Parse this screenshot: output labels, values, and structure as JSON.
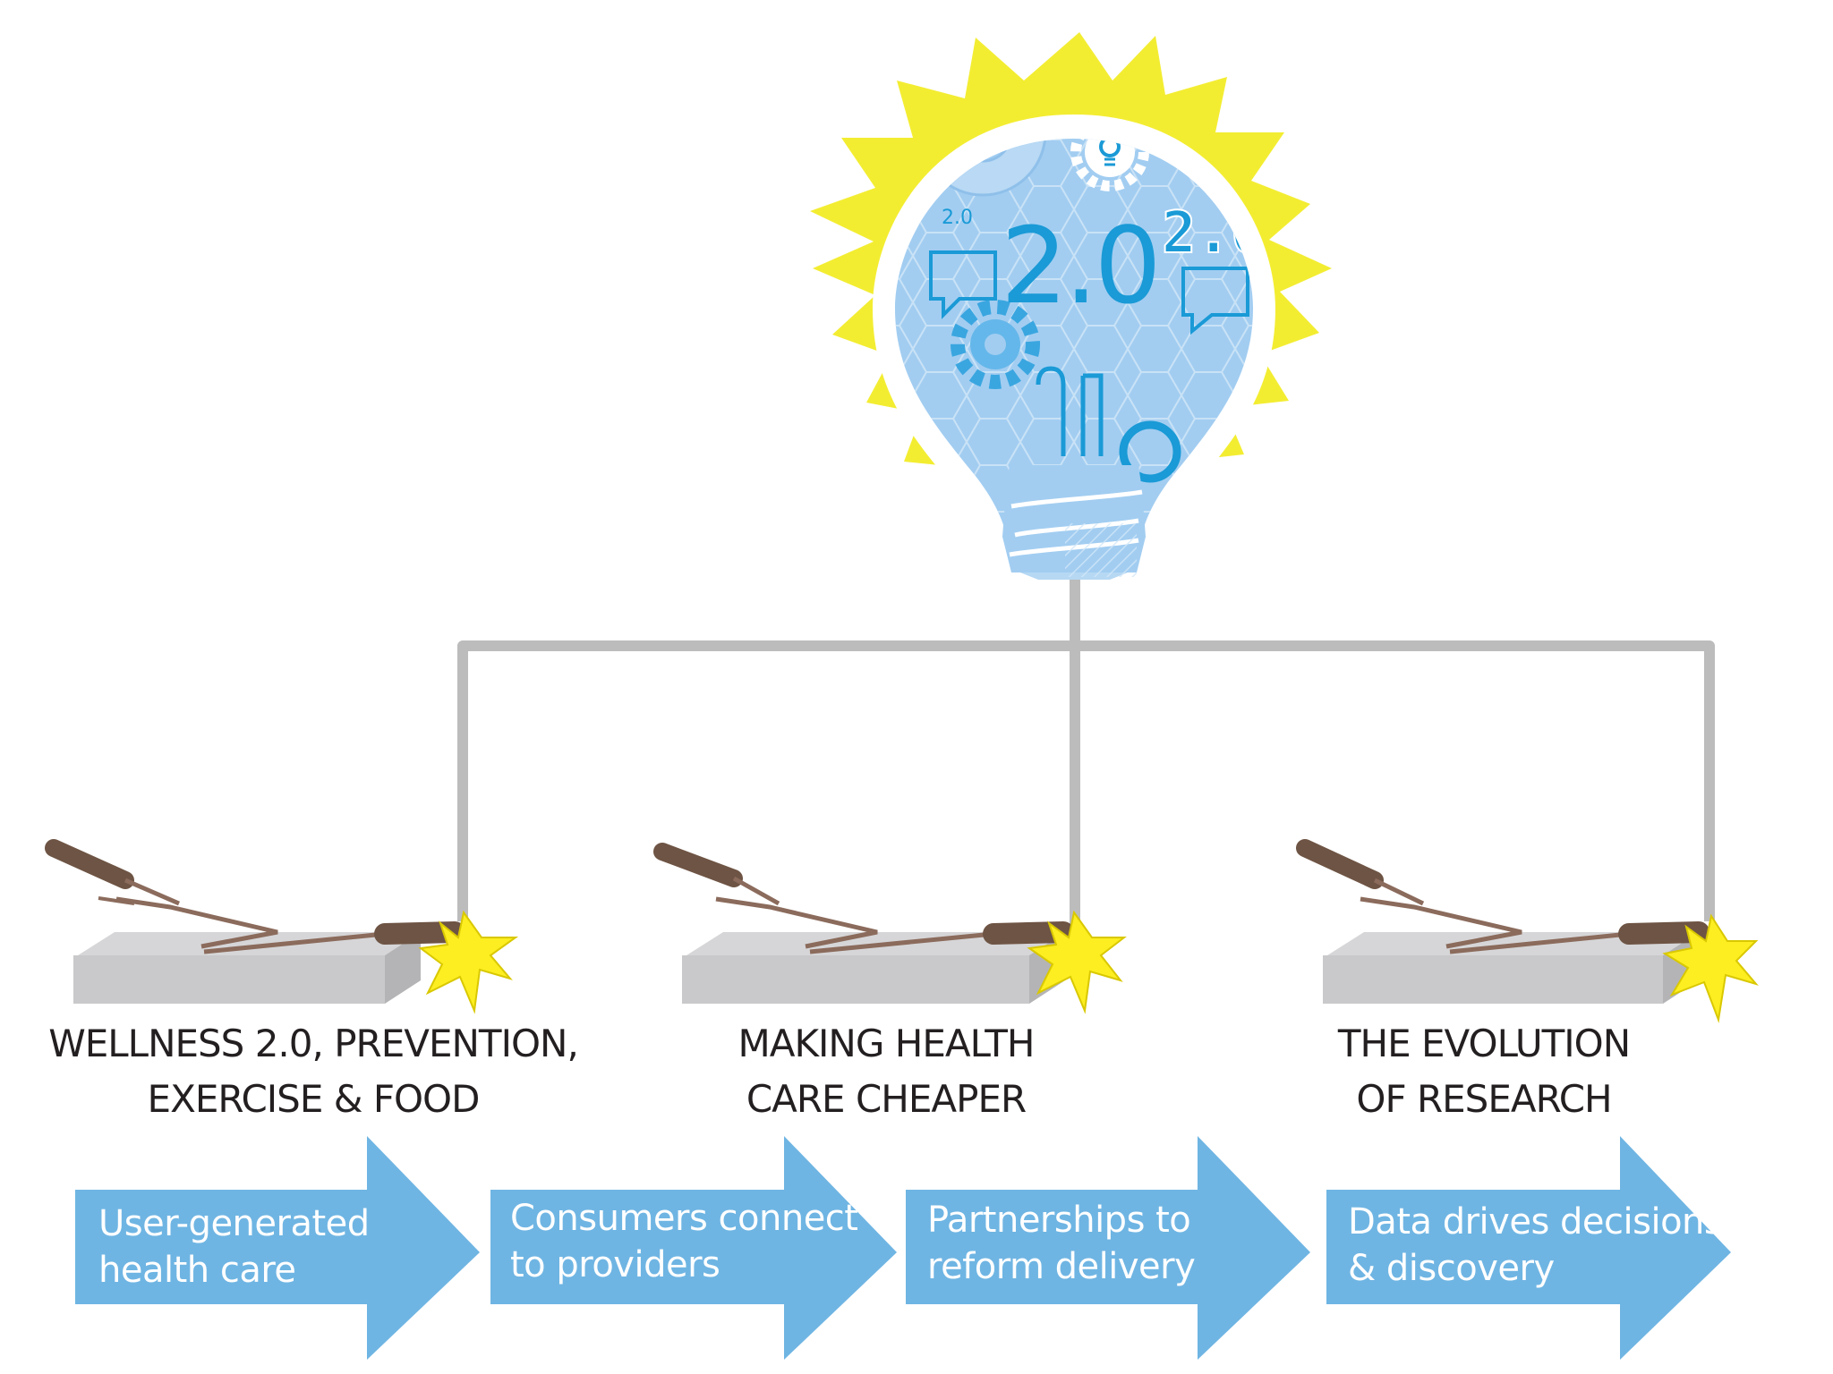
{
  "bulb": {
    "big_text": "2.0",
    "small_text": "2.0",
    "pixel_text": "2.0",
    "colors": {
      "glow": "#f3ed32",
      "glass": "#9fcaef",
      "accent": "#1a9ad6",
      "wire": "#bcbcbd"
    }
  },
  "branches": [
    {
      "heading_line1": "WELLNESS 2.0, PREVENTION,",
      "heading_line2": "EXERCISE & FOOD"
    },
    {
      "heading_line1": "MAKING HEALTH",
      "heading_line2": "CARE CHEAPER"
    },
    {
      "heading_line1": "THE EVOLUTION",
      "heading_line2": "OF RESEARCH"
    }
  ],
  "arrows": [
    {
      "line1": "User-generated",
      "line2": "health care"
    },
    {
      "line1": "Consumers connect",
      "line2": "to providers"
    },
    {
      "line1": "Partnerships to",
      "line2": "reform delivery"
    },
    {
      "line1": "Data drives decisions",
      "line2": "& discovery"
    }
  ],
  "colors": {
    "arrow": "#6fb5e3",
    "plate": "#c9c9cb",
    "trap_wire": "#8b6b5c",
    "handle": "#6e5444",
    "spark": "#fcee21"
  }
}
